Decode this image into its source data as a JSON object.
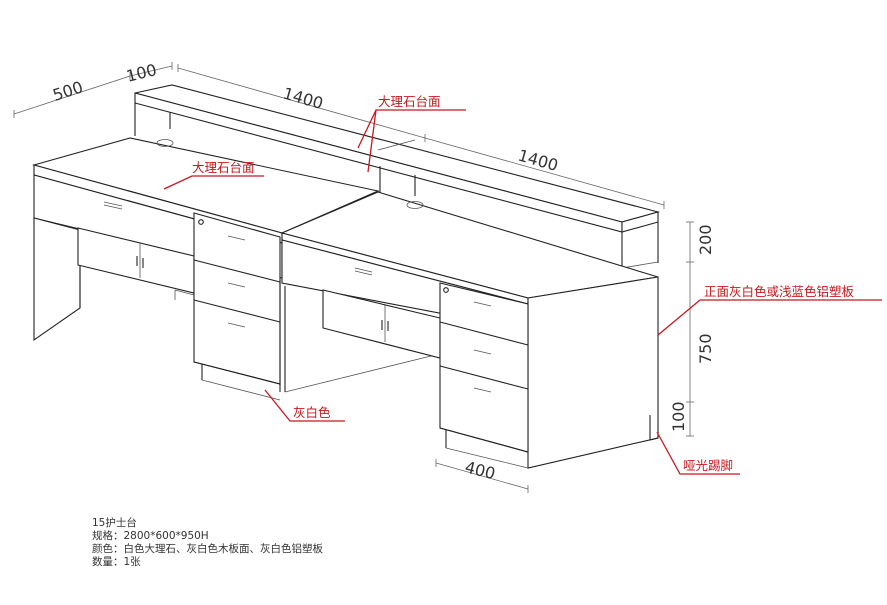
{
  "dimensions": {
    "depth_top": "500",
    "riser_depth": "100",
    "width_left": "1400",
    "width_right": "1400",
    "riser_height": "200",
    "counter_height": "750",
    "kick_height": "100",
    "pedestal_width": "400"
  },
  "labels": {
    "marble_top_riser": "大理石台面",
    "marble_top_left": "大理石台面",
    "front_panel": "正面灰白色或浅蓝色铝塑板",
    "gray_white": "灰白色",
    "matte_kick": "哑光踢脚"
  },
  "spec": {
    "name": "15护士台",
    "size": "规格：2800*600*950H",
    "color": "颜色：白色大理石、灰白色木板面、灰白色铝塑板",
    "qty": "数量：1张"
  },
  "colors": {
    "annotation": "#c8181e",
    "line": "#222222"
  }
}
